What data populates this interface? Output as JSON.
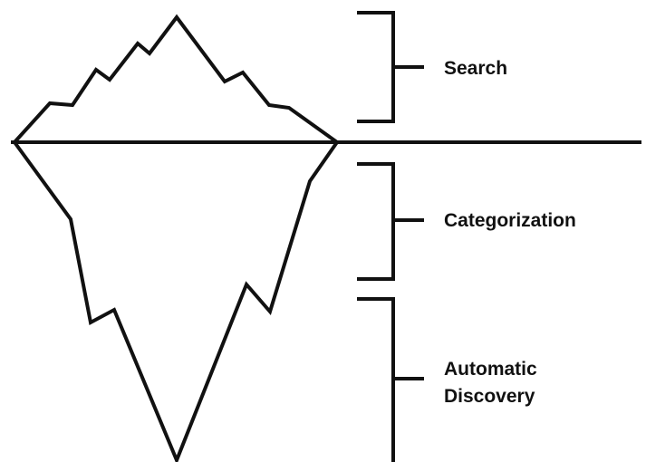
{
  "layers": [
    {
      "id": "search",
      "label": "Search"
    },
    {
      "id": "categorization",
      "label": "Categorization"
    },
    {
      "id": "automatic-discovery",
      "label_lines": [
        "Automatic",
        "Discovery"
      ]
    }
  ],
  "colors": {
    "stroke": "#111111",
    "background": "#ffffff"
  }
}
